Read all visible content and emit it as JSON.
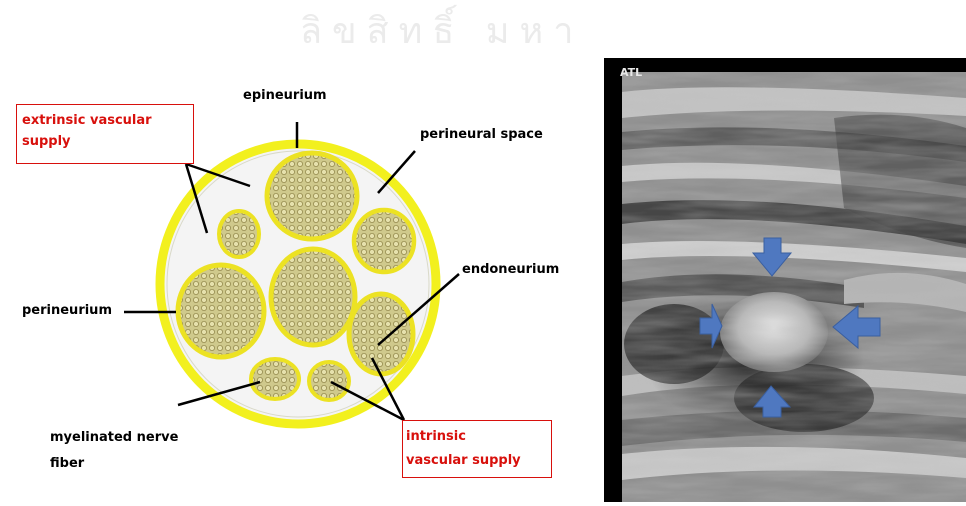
{
  "watermark": "ลิขสิทธิ์ มหา",
  "diagram": {
    "labels": {
      "epineurium": "epineurium",
      "perineural_space": "perineural space",
      "extrinsic_line1": "extrinsic vascular",
      "extrinsic_line2": "supply",
      "endoneurium": "endoneurium",
      "perineurium": "perineurium",
      "myelinated_line1": "myelinated nerve",
      "myelinated_line2": "fiber",
      "intrinsic_line1": "intrinsic",
      "intrinsic_line2": "vascular supply"
    },
    "colors": {
      "epineurium": "#f2f01e",
      "fascicle_fill": "#cdc78a",
      "fascicle_border": "#ece223",
      "callout": "#d8100c"
    }
  },
  "ultrasound": {
    "machine_tag": "ATL",
    "arrow_color": "#4f78c0",
    "arrows": [
      "top",
      "bottom",
      "left",
      "right"
    ]
  }
}
